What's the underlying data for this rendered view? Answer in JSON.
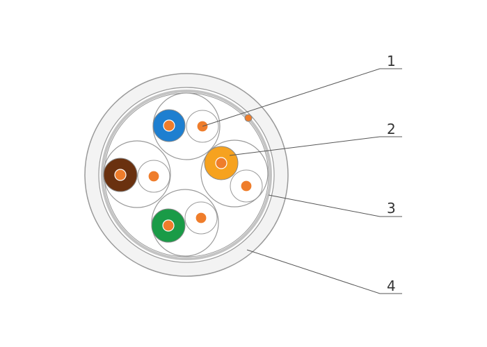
{
  "callouts": [
    {
      "id": "1",
      "text": "1"
    },
    {
      "id": "2",
      "text": "2"
    },
    {
      "id": "3",
      "text": "3"
    },
    {
      "id": "4",
      "text": "4"
    }
  ],
  "colors": {
    "jacket_fill": "#f3f3f3",
    "outline": "#999999",
    "shield_ring": "#c4c4c4",
    "conductor": "#ef7d2b",
    "pair_blue": "#1e7fd0",
    "pair_orange": "#f6a21f",
    "pair_brown": "#6a310f",
    "pair_green": "#1a9b47",
    "leader_line": "#555555",
    "text": "#333333"
  }
}
